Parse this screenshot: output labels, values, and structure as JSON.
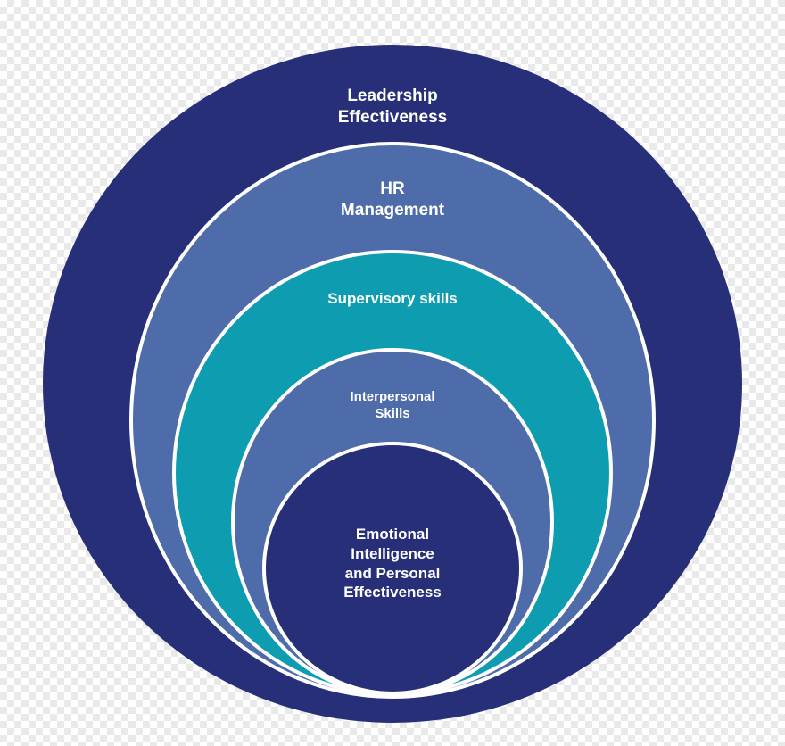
{
  "diagram": {
    "type": "nested-circles",
    "layers": [
      {
        "label": "Leadership\nEffectiveness",
        "color": "#262F78"
      },
      {
        "label": "HR\nManagement",
        "color": "#4E6BAA"
      },
      {
        "label": "Supervisory skills",
        "color": "#0E9DB0"
      },
      {
        "label": "Interpersonal\nSkills",
        "color": "#4E6BAA"
      },
      {
        "label": "Emotional\nIntelligence\nand Personal\nEffectiveness",
        "color": "#262F78"
      }
    ],
    "ring_border_color": "#FFFFFF"
  }
}
